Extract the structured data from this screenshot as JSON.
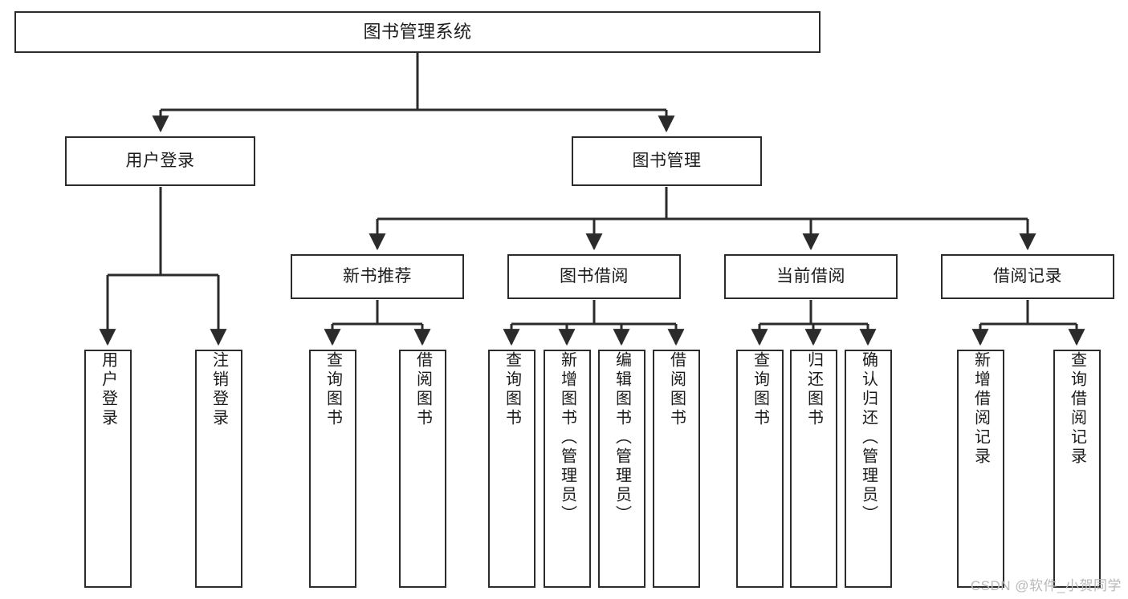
{
  "diagram": {
    "type": "tree-hierarchy",
    "title": "图书管理系统",
    "watermark": "CSDN @软件_小贺同学",
    "colors": {
      "stroke": "#2b2b2b",
      "fill": "#ffffff",
      "text": "#1b1b1b",
      "watermark": "#b9b9b9"
    },
    "levels": {
      "root": {
        "label": "图书管理系统"
      },
      "level2": [
        {
          "label": "用户登录"
        },
        {
          "label": "图书管理"
        }
      ],
      "level3": [
        {
          "label": "新书推荐"
        },
        {
          "label": "图书借阅"
        },
        {
          "label": "当前借阅"
        },
        {
          "label": "借阅记录"
        }
      ],
      "leaves": {
        "user_login": [
          {
            "label": "用户登录"
          },
          {
            "label": "注销登录"
          }
        ],
        "new_book_recommend": [
          {
            "label": "查询图书"
          },
          {
            "label": "借阅图书"
          }
        ],
        "book_borrow": [
          {
            "label": "查询图书"
          },
          {
            "label": "新增图书（管理员）"
          },
          {
            "label": "编辑图书（管理员）"
          },
          {
            "label": "借阅图书"
          }
        ],
        "current_borrow": [
          {
            "label": "查询图书"
          },
          {
            "label": "归还图书"
          },
          {
            "label": "确认归还（管理员）"
          }
        ],
        "borrow_records": [
          {
            "label": "新增借阅记录"
          },
          {
            "label": "查询借阅记录"
          }
        ]
      }
    }
  }
}
